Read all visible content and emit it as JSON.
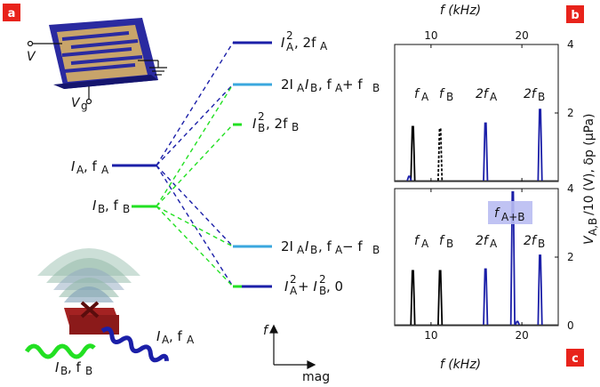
{
  "panels": {
    "a": {
      "badge": "a",
      "badge_color": "#e8231b"
    },
    "b": {
      "badge": "b",
      "badge_color": "#e8231b"
    },
    "c": {
      "badge": "c",
      "badge_color": "#e8231b"
    }
  },
  "device_labels": {
    "v": "V",
    "vg": "V",
    "vg_sub": "g"
  },
  "inputs": {
    "a_current": "I",
    "a_sub": "A",
    "a_freq": ", f",
    "a_freq_sub": "A",
    "b_current": "I",
    "b_sub": "B",
    "b_freq": ", f",
    "b_freq_sub": "B"
  },
  "levels": {
    "l1_main": "I",
    "l1_sub": "A",
    "l1_sup": "2",
    "l1_rest": ", 2f",
    "l1_rest_sub": "A",
    "l2_main": "2I",
    "l2_sub1": "A",
    "l2_mid": "I",
    "l2_sub2": "B",
    "l2_rest": ", f",
    "l2_rest_sub1": "A",
    "l2_plus": " + f",
    "l2_rest_sub2": "B",
    "l3_main": "I",
    "l3_sub": "B",
    "l3_sup": "2",
    "l3_rest": ", 2f",
    "l3_rest_sub": "B",
    "l4_main": "2I",
    "l4_sub1": "A",
    "l4_mid": "I",
    "l4_sub2": "B",
    "l4_rest": ", f",
    "l4_rest_sub1": "A",
    "l4_minus": " − f",
    "l4_rest_sub2": "B",
    "l5_a": "I",
    "l5_a_sub": "A",
    "l5_a_sup": "2",
    "l5_plus": " + I",
    "l5_b_sub": "B",
    "l5_b_sup": "2",
    "l5_rest": ", 0"
  },
  "axes_arrow": {
    "y": "f",
    "x": "mag"
  },
  "bottom_sources": {
    "a_label": "I",
    "a_sub": "A",
    "a_freq": ", f",
    "a_freq_sub": "A",
    "b_label": "I",
    "b_sub": "B",
    "b_freq": ", f",
    "b_freq_sub": "B"
  },
  "colors": {
    "dark_blue": "#1b1fa8",
    "light_blue": "#3aa7de",
    "green": "#22e022",
    "black": "#000000",
    "device_blue": "#2a2aa0",
    "device_gold": "#c8a46a",
    "box_red": "#8b1a1a"
  },
  "chart_labels": {
    "top_axis_title": "f (kHz)",
    "bottom_axis_title": "f (kHz)",
    "y_axis_title": "V",
    "y_axis_sub": "A,B",
    "y_axis_rest": "/10 (V), δp (μPa)",
    "fa": "f",
    "fa_sub": "A",
    "fb": "f",
    "fb_sub": "B",
    "two_fa": "2f",
    "two_fa_sub": "A",
    "two_fb": "2f",
    "two_fb_sub": "B",
    "fab": "f",
    "fab_sub": "A+B"
  },
  "chart_data": [
    {
      "type": "line",
      "panel": "b",
      "xlabel": "f (kHz)",
      "xlim": [
        6,
        24
      ],
      "ylim": [
        0,
        4
      ],
      "xticks": [
        10,
        20
      ],
      "yticks": [
        0,
        2,
        4
      ],
      "series": [
        {
          "color": "#000000",
          "style": "solid",
          "peaks": [
            {
              "x": 8.0,
              "y": 1.6
            }
          ]
        },
        {
          "color": "#000000",
          "style": "dashed",
          "peaks": [
            {
              "x": 11.0,
              "y": 1.55
            }
          ]
        },
        {
          "color": "#1b1fa8",
          "style": "solid",
          "peaks": [
            {
              "x": 16.0,
              "y": 1.7
            },
            {
              "x": 22.0,
              "y": 2.1
            },
            {
              "x": 7.6,
              "y": 0.15
            }
          ]
        }
      ],
      "annotations": [
        "fA",
        "fB",
        "2fA",
        "2fB"
      ]
    },
    {
      "type": "line",
      "panel": "c",
      "xlabel": "f (kHz)",
      "xlim": [
        6,
        24
      ],
      "ylim": [
        0,
        4
      ],
      "xticks": [
        10,
        20
      ],
      "yticks": [
        0,
        2,
        4
      ],
      "series": [
        {
          "color": "#000000",
          "style": "solid",
          "peaks": [
            {
              "x": 8.0,
              "y": 1.6
            },
            {
              "x": 11.0,
              "y": 1.6
            }
          ]
        },
        {
          "color": "#1b1fa8",
          "style": "solid",
          "peaks": [
            {
              "x": 16.0,
              "y": 1.65
            },
            {
              "x": 19.0,
              "y": 3.9
            },
            {
              "x": 22.0,
              "y": 2.05
            },
            {
              "x": 19.5,
              "y": 0.12
            }
          ]
        }
      ],
      "annotations": [
        "fA",
        "fB",
        "2fA",
        "fA+B",
        "2fB"
      ]
    }
  ]
}
